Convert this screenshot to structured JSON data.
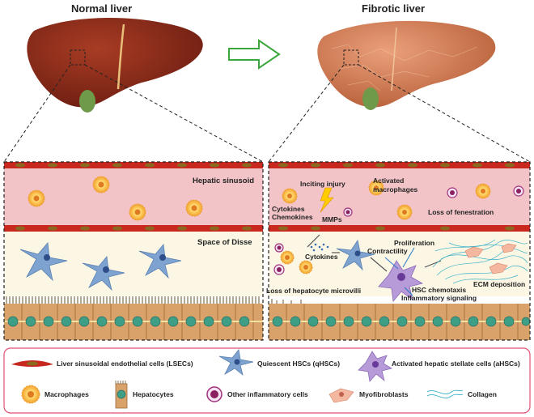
{
  "titles": {
    "normal": "Normal liver",
    "fibrotic": "Fibrotic liver"
  },
  "normal_panel": {
    "sinusoid": "Hepatic sinusoid",
    "disse": "Space of Disse"
  },
  "fibrotic_panel": {
    "inciting_injury": "Inciting injury",
    "activated_macrophages": [
      "Activated",
      "macrophages"
    ],
    "cytokines_chemokines": [
      "Cytokines",
      "Chemokines"
    ],
    "mmps": "MMPs",
    "loss_fenestration": "Loss of fenestration",
    "cytokines": "Cytokines",
    "proliferation": "Proliferation",
    "contractility": "Contractility",
    "ecm_deposition": "ECM deposition",
    "loss_microvilli": "Loss of hepatocyte microvilli",
    "hsc_chemotaxis": "HSC chemotaxis",
    "inflammatory_signaling": "Inflammatory signaling"
  },
  "legend": {
    "lsec": "Liver sinusoidal endothelial cells (LSECs)",
    "qhsc": "Quiescent HSCs (qHSCs)",
    "ahsc": "Activated hepatic stellate cells (aHSCs)",
    "macrophages": "Macrophages",
    "hepatocytes": "Hepatocytes",
    "inflammatory": "Other inflammatory cells",
    "myofibroblasts": "Myofibroblasts",
    "collagen": "Collagen"
  },
  "colors": {
    "normal_liver": "#8b2a1a",
    "fibrotic_liver": "#d9825a",
    "sinusoid_bg": "#f2c4c8",
    "disse_bg": "#fbf7e4",
    "endothelial": "#c8281e",
    "hepatocyte": "#d9a26a",
    "nucleus": "#3e9e86",
    "hsc_quiescent": "#6a8fbf",
    "hsc_activated": "#9a7ac0",
    "collagen": "#3bb0c8",
    "arrow_green": "#3ca53c"
  }
}
